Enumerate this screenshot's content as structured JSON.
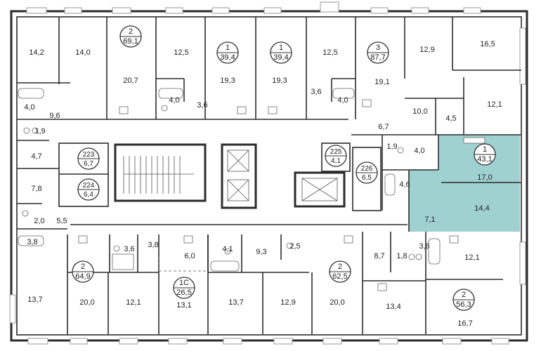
{
  "colors": {
    "highlight": "#9fd1d0",
    "wall": "#2b2b2b",
    "window": "#9a9a9a",
    "background": "#ffffff"
  },
  "rooms": [
    {
      "id": "r1",
      "label": "14,2"
    },
    {
      "id": "r2",
      "label": "14,0"
    },
    {
      "id": "r3",
      "label": "20,7"
    },
    {
      "id": "r4",
      "label": "12,5"
    },
    {
      "id": "r5",
      "label": "19,3"
    },
    {
      "id": "r6",
      "label": "19,3"
    },
    {
      "id": "r7",
      "label": "12,5"
    },
    {
      "id": "r8",
      "label": "19,1"
    },
    {
      "id": "r9",
      "label": "12,9"
    },
    {
      "id": "r10",
      "label": "16,5"
    },
    {
      "id": "r11",
      "label": "9,6"
    },
    {
      "id": "r12",
      "label": "4,0"
    },
    {
      "id": "r13",
      "label": "1,9"
    },
    {
      "id": "r14",
      "label": "4,0"
    },
    {
      "id": "r15",
      "label": "3,6"
    },
    {
      "id": "r16",
      "label": "3,6"
    },
    {
      "id": "r17",
      "label": "4,0"
    },
    {
      "id": "r18",
      "label": "10,0"
    },
    {
      "id": "r19",
      "label": "4,5"
    },
    {
      "id": "r20",
      "label": "12,1"
    },
    {
      "id": "r21",
      "label": "6,7"
    },
    {
      "id": "r22",
      "label": "4,7"
    },
    {
      "id": "r23",
      "label": "7,8"
    },
    {
      "id": "r24",
      "label": "1,9"
    },
    {
      "id": "r25",
      "label": "4,0"
    },
    {
      "id": "r26",
      "label": "4,6"
    },
    {
      "id": "r27",
      "label": "17,0"
    },
    {
      "id": "r28",
      "label": "14,4"
    },
    {
      "id": "r29",
      "label": "7,1"
    },
    {
      "id": "r30",
      "label": "2,0"
    },
    {
      "id": "r31",
      "label": "5,5"
    },
    {
      "id": "r32",
      "label": "3,8"
    },
    {
      "id": "r33",
      "label": "3,6"
    },
    {
      "id": "r34",
      "label": "3,8"
    },
    {
      "id": "r35",
      "label": "6,0"
    },
    {
      "id": "r36",
      "label": "4,1"
    },
    {
      "id": "r37",
      "label": "9,3"
    },
    {
      "id": "r38",
      "label": "2,5"
    },
    {
      "id": "r39",
      "label": "8,7"
    },
    {
      "id": "r40",
      "label": "1,8"
    },
    {
      "id": "r41",
      "label": "3,6"
    },
    {
      "id": "r42",
      "label": "12,1"
    },
    {
      "id": "r43",
      "label": "13,7"
    },
    {
      "id": "r44",
      "label": "20,0"
    },
    {
      "id": "r45",
      "label": "12,1"
    },
    {
      "id": "r46",
      "label": "13,1"
    },
    {
      "id": "r47",
      "label": "13,7"
    },
    {
      "id": "r48",
      "label": "12,9"
    },
    {
      "id": "r49",
      "label": "20,0"
    },
    {
      "id": "r50",
      "label": "13,4"
    },
    {
      "id": "r51",
      "label": "16,7"
    }
  ],
  "apartments": [
    {
      "id": "a1",
      "rooms": "2",
      "area": "69,1"
    },
    {
      "id": "a2",
      "rooms": "1",
      "area": "39,4"
    },
    {
      "id": "a3",
      "rooms": "1",
      "area": "39,4"
    },
    {
      "id": "a4",
      "rooms": "3",
      "area": "87,7"
    },
    {
      "id": "a5",
      "rooms": "1",
      "area": "43,1",
      "highlighted": true
    },
    {
      "id": "a6",
      "rooms": "2",
      "area": "64,9"
    },
    {
      "id": "a7",
      "rooms": "1С",
      "area": "26,5"
    },
    {
      "id": "a8",
      "rooms": "2",
      "area": "62,5"
    },
    {
      "id": "a9",
      "rooms": "2",
      "area": "56,3"
    }
  ],
  "storage": [
    {
      "id": "s223",
      "number": "223",
      "area": "6,7"
    },
    {
      "id": "s224",
      "number": "224",
      "area": "6,4"
    },
    {
      "id": "s225",
      "number": "225",
      "area": "4,1"
    },
    {
      "id": "s226",
      "number": "226",
      "area": "6,5"
    }
  ]
}
